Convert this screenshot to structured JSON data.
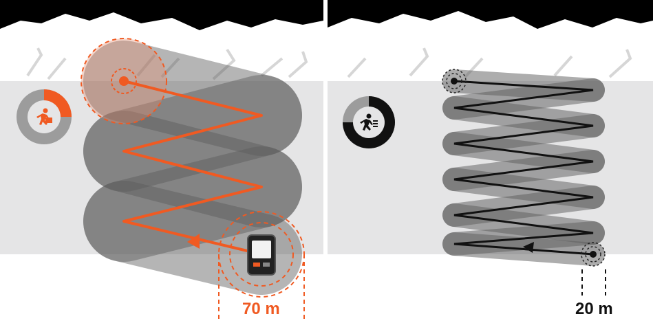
{
  "left_panel": {
    "distance_label": "70 m",
    "accent_color": "#f05a22",
    "track_color": "#f05a22",
    "device_icon": "avalanche-transceiver-icon",
    "indicator_icon": "running-person-icon",
    "indicator_fill_fraction": 0.25
  },
  "right_panel": {
    "distance_label": "20 m",
    "track_color": "#111111",
    "indicator_icon": "running-person-icon",
    "indicator_fill_fraction": 0.75
  },
  "colors": {
    "sky": "#000000",
    "snow": "#ffffff",
    "search_band": "#e5e5e6",
    "search_swath": "#5b5b5b",
    "mountain_shade": "#d9d9d9"
  }
}
